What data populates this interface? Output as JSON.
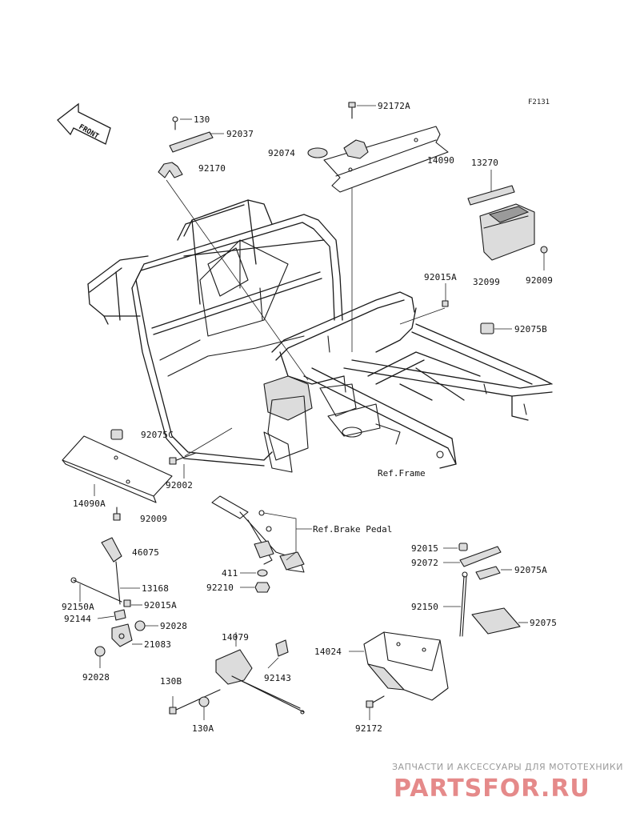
{
  "diagram_code": "F2131",
  "front_label": "FRONT",
  "references": {
    "frame": "Ref.Frame",
    "brake_pedal": "Ref.Brake Pedal"
  },
  "parts": [
    {
      "id": "130",
      "label": "130"
    },
    {
      "id": "92037",
      "label": "92037"
    },
    {
      "id": "92170",
      "label": "92170"
    },
    {
      "id": "92172A",
      "label": "92172A"
    },
    {
      "id": "92074",
      "label": "92074"
    },
    {
      "id": "14090",
      "label": "14090"
    },
    {
      "id": "13270",
      "label": "13270"
    },
    {
      "id": "32099",
      "label": "32099"
    },
    {
      "id": "92009_top",
      "label": "92009"
    },
    {
      "id": "92015A_top",
      "label": "92015A"
    },
    {
      "id": "92075B",
      "label": "92075B"
    },
    {
      "id": "92075C",
      "label": "92075C"
    },
    {
      "id": "92002",
      "label": "92002"
    },
    {
      "id": "14090A",
      "label": "14090A"
    },
    {
      "id": "92009_bottom",
      "label": "92009"
    },
    {
      "id": "46075",
      "label": "46075"
    },
    {
      "id": "13168",
      "label": "13168"
    },
    {
      "id": "92150A",
      "label": "92150A"
    },
    {
      "id": "92015A_lower",
      "label": "92015A"
    },
    {
      "id": "92144",
      "label": "92144"
    },
    {
      "id": "92028_a",
      "label": "92028"
    },
    {
      "id": "21083",
      "label": "21083"
    },
    {
      "id": "92028_b",
      "label": "92028"
    },
    {
      "id": "411",
      "label": "411"
    },
    {
      "id": "92210",
      "label": "92210"
    },
    {
      "id": "14079",
      "label": "14079"
    },
    {
      "id": "92143",
      "label": "92143"
    },
    {
      "id": "130B",
      "label": "130B"
    },
    {
      "id": "130A",
      "label": "130A"
    },
    {
      "id": "92015",
      "label": "92015"
    },
    {
      "id": "92072",
      "label": "92072"
    },
    {
      "id": "92075A",
      "label": "92075A"
    },
    {
      "id": "92150",
      "label": "92150"
    },
    {
      "id": "92075",
      "label": "92075"
    },
    {
      "id": "14024",
      "label": "14024"
    },
    {
      "id": "92172",
      "label": "92172"
    }
  ],
  "watermark": {
    "subtitle": "ЗАПЧАСТИ И АКСЕССУАРЫ ДЛЯ МОТОТЕХНИКИ",
    "brand": "PARTSFOR.RU",
    "brand_color": "#e58a8a"
  }
}
